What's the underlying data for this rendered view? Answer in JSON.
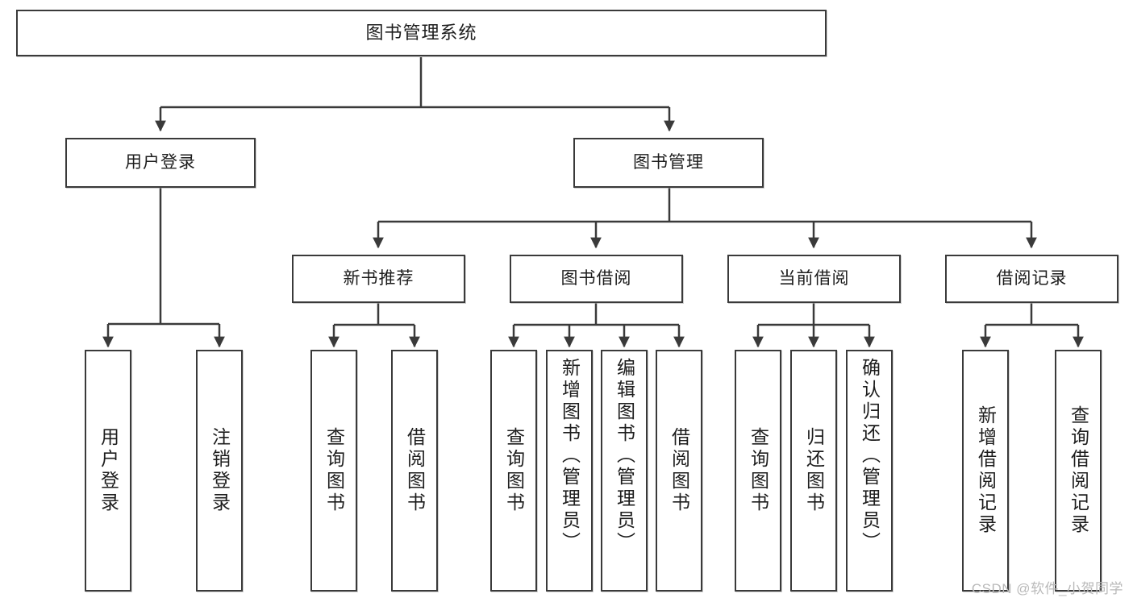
{
  "diagram": {
    "title": "图书管理系统",
    "type": "tree-hierarchy",
    "root": {
      "id": "root",
      "label": "图书管理系统",
      "level": 1
    },
    "level2": [
      {
        "id": "user-login",
        "label": "用户登录",
        "level": 2
      },
      {
        "id": "book-manage",
        "label": "图书管理",
        "level": 2
      }
    ],
    "level3": [
      {
        "id": "new-book-recommend",
        "label": "新书推荐",
        "level": 3,
        "parent": "book-manage"
      },
      {
        "id": "book-borrow",
        "label": "图书借阅",
        "level": 3,
        "parent": "book-manage"
      },
      {
        "id": "current-borrow",
        "label": "当前借阅",
        "level": 3,
        "parent": "book-manage"
      },
      {
        "id": "borrow-record",
        "label": "借阅记录",
        "level": 3,
        "parent": "book-manage"
      }
    ],
    "leaves": [
      {
        "id": "leaf-user-login",
        "label": "用户登录",
        "parent": "user-login"
      },
      {
        "id": "leaf-logout",
        "label": "注销登录",
        "parent": "user-login"
      },
      {
        "id": "leaf-query-book-1",
        "label": "查询图书",
        "parent": "new-book-recommend"
      },
      {
        "id": "leaf-borrow-book-1",
        "label": "借阅图书",
        "parent": "new-book-recommend"
      },
      {
        "id": "leaf-query-book-2",
        "label": "查询图书",
        "parent": "book-borrow"
      },
      {
        "id": "leaf-add-book",
        "label": "新增图书（管理员）",
        "parent": "book-borrow"
      },
      {
        "id": "leaf-edit-book",
        "label": "编辑图书（管理员）",
        "parent": "book-borrow"
      },
      {
        "id": "leaf-borrow-book-2",
        "label": "借阅图书",
        "parent": "book-borrow"
      },
      {
        "id": "leaf-query-book-3",
        "label": "查询图书",
        "parent": "current-borrow"
      },
      {
        "id": "leaf-return-book",
        "label": "归还图书",
        "parent": "current-borrow"
      },
      {
        "id": "leaf-confirm-return",
        "label": "确认归还（管理员）",
        "parent": "current-borrow"
      },
      {
        "id": "leaf-add-record",
        "label": "新增借阅记录",
        "parent": "borrow-record"
      },
      {
        "id": "leaf-query-record",
        "label": "查询借阅记录",
        "parent": "borrow-record"
      }
    ],
    "watermark": "CSDN @软件_小贺同学",
    "colors": {
      "stroke": "#3a3a3a",
      "fill": "#ffffff",
      "text": "#1d1d1d",
      "watermark": "#b9b9b9"
    }
  }
}
